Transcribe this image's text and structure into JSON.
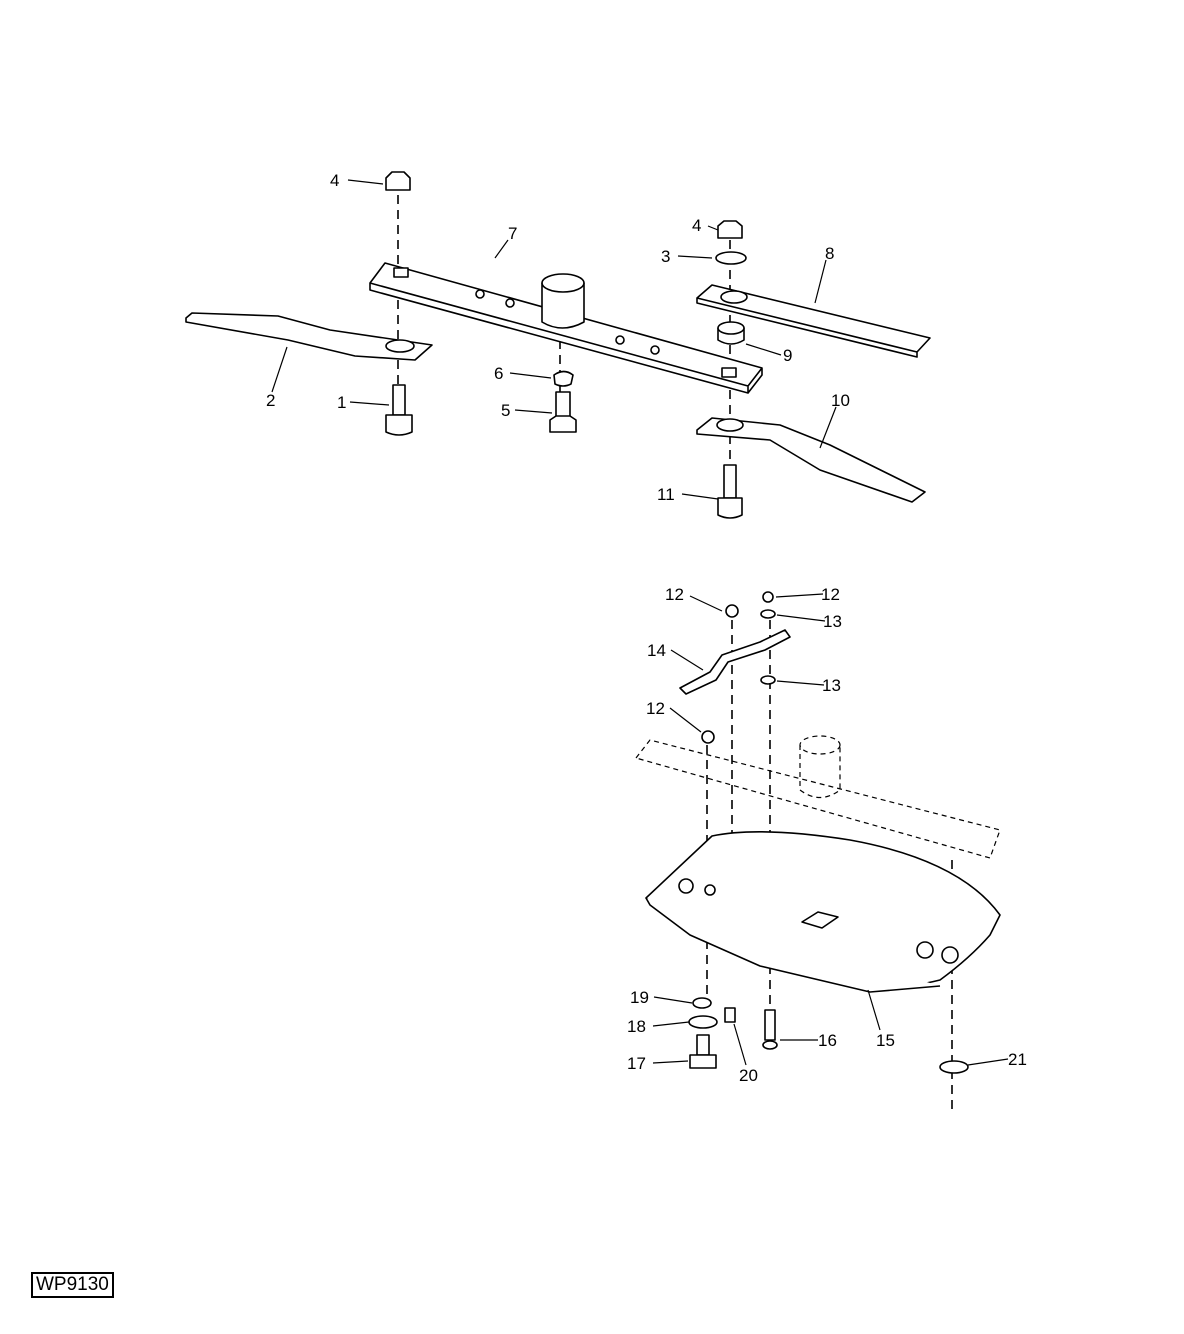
{
  "figure_id": "WP9130",
  "callouts": {
    "c1": "1",
    "c2": "2",
    "c3": "3",
    "c4a": "4",
    "c4b": "4",
    "c5": "5",
    "c6": "6",
    "c7": "7",
    "c8": "8",
    "c9": "9",
    "c10": "10",
    "c11": "11",
    "c12a": "12",
    "c12b": "12",
    "c12c": "12",
    "c13a": "13",
    "c13b": "13",
    "c14": "14",
    "c15": "15",
    "c16": "16",
    "c17": "17",
    "c18": "18",
    "c19": "19",
    "c20": "20",
    "c21": "21"
  }
}
